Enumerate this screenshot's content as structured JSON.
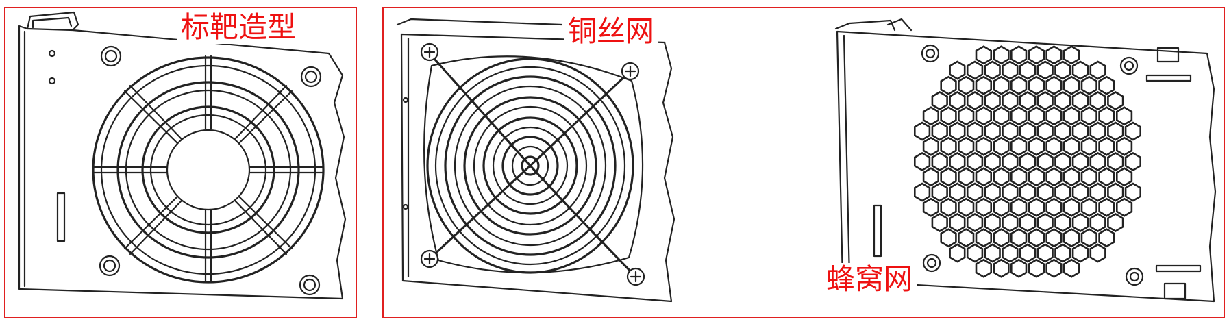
{
  "panels": [
    {
      "label": "标靶造型",
      "icon": "target-grille-icon"
    },
    {
      "label": "铜丝网",
      "icon": "wire-guard-icon"
    },
    {
      "label": "蜂窝网",
      "icon": "honeycomb-mesh-icon"
    }
  ],
  "colors": {
    "frame": "#e02020",
    "label": "#ee1111",
    "line": "#222222"
  }
}
